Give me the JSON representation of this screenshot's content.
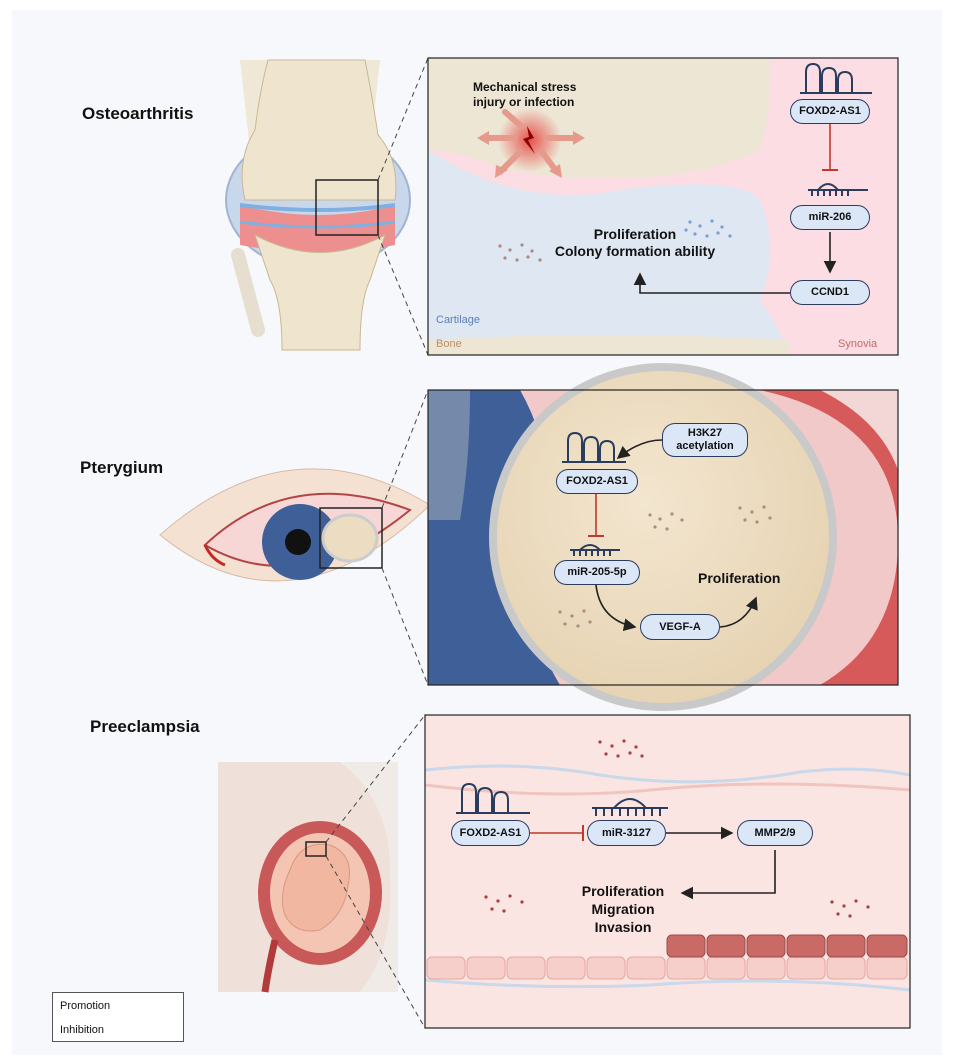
{
  "diseases": {
    "osteoarthritis": "Osteoarthritis",
    "pterygium": "Pterygium",
    "preeclampsia": "Preeclampsia"
  },
  "panel1": {
    "stress_label_line1": "Mechanical stress",
    "stress_label_line2": "injury or infection",
    "lncrna": "FOXD2-AS1",
    "mirna": "miR-206",
    "target": "CCND1",
    "outcome_line1": "Proliferation",
    "outcome_line2": "Colony formation ability",
    "cartilage_label": "Cartilage",
    "bone_label": "Bone",
    "synovia_label": "Synovia"
  },
  "panel2": {
    "acetylation_line1": "H3K27",
    "acetylation_line2": "acetylation",
    "lncrna": "FOXD2-AS1",
    "mirna": "miR-205-5p",
    "target": "VEGF-A",
    "outcome": "Proliferation"
  },
  "panel3": {
    "lncrna": "FOXD2-AS1",
    "mirna": "miR-3127",
    "target": "MMP2/9",
    "outcome_line1": "Proliferation",
    "outcome_line2": "Migration",
    "outcome_line3": "Invasion"
  },
  "legend": {
    "promotion": "Promotion",
    "inhibition": "Inhibition"
  },
  "colors": {
    "promotion_arrow": "#222222",
    "inhibition_arrow": "#c0392b",
    "node_fill": "#dbe6f6",
    "node_border": "#2a3d5f"
  }
}
